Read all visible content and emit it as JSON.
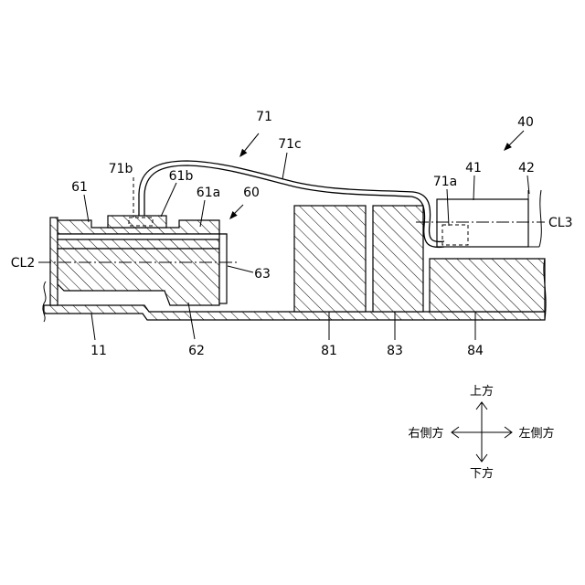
{
  "figure": {
    "ref_71": "71",
    "ref_71c": "71c",
    "ref_71b": "71b",
    "ref_61b": "61b",
    "ref_61": "61",
    "ref_61a": "61a",
    "ref_60": "60",
    "ref_40": "40",
    "ref_41": "41",
    "ref_42": "42",
    "ref_71a": "71a",
    "ref_CL3": "CL3",
    "ref_CL2": "CL2",
    "ref_63": "63",
    "ref_11": "11",
    "ref_62": "62",
    "ref_81": "81",
    "ref_83": "83",
    "ref_84": "84"
  },
  "directions": {
    "up": "上方",
    "down": "下方",
    "right_side": "右側方",
    "left_side": "左側方"
  }
}
